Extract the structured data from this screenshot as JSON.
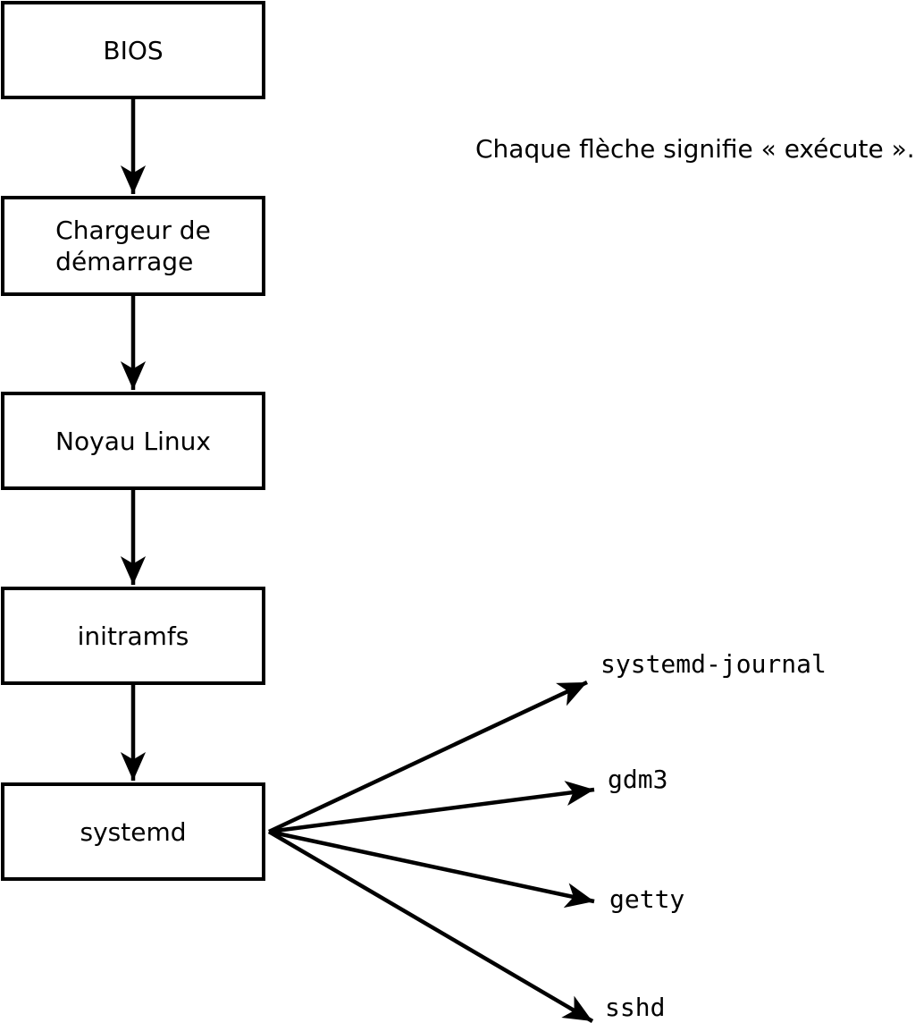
{
  "caption": {
    "text": "Chaque flèche signifie « exécute »."
  },
  "flow": {
    "boxes": [
      {
        "id": "bios",
        "label": "BIOS"
      },
      {
        "id": "bootloader",
        "label": "Chargeur de\ndémarrage"
      },
      {
        "id": "kernel",
        "label": "Noyau Linux"
      },
      {
        "id": "initramfs",
        "label": "initramfs"
      },
      {
        "id": "systemd",
        "label": "systemd"
      }
    ],
    "spawned_processes": [
      {
        "id": "systemd-journal",
        "label": "systemd-journal"
      },
      {
        "id": "gdm3",
        "label": "gdm3"
      },
      {
        "id": "getty",
        "label": "getty"
      },
      {
        "id": "sshd",
        "label": "sshd"
      }
    ],
    "colors": {
      "line": "#000000",
      "text": "#000000",
      "box_fill": "#ffffff",
      "background": "#ffffff"
    }
  }
}
